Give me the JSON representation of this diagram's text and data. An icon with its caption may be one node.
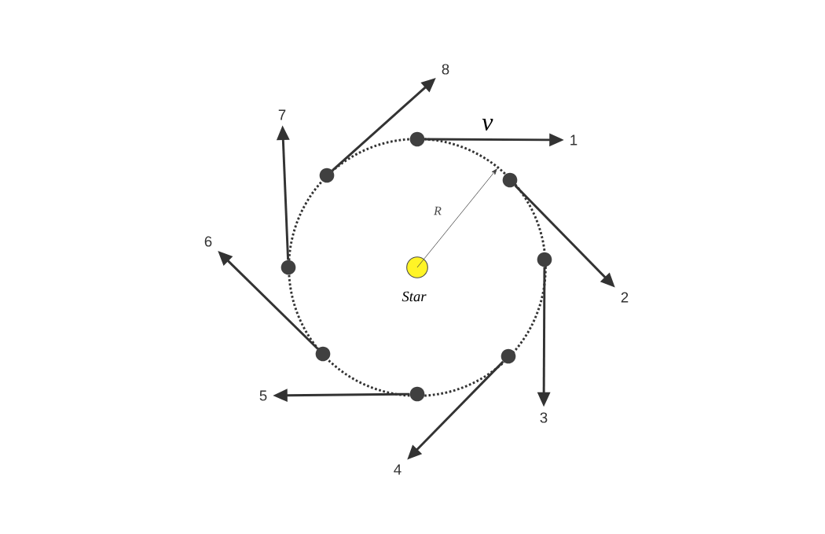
{
  "diagram": {
    "nodes": [
      {
        "text": [],
        "shape": "circle",
        "beside": [
          "Star"
        ]
      },
      {
        "text": [],
        "shape": "circle"
      },
      {
        "text": [],
        "shape": "circle"
      },
      {
        "text": [],
        "shape": "circle"
      },
      {
        "text": [],
        "shape": "circle"
      },
      {
        "text": [],
        "shape": "circle"
      },
      {
        "text": [],
        "shape": "circle"
      },
      {
        "text": [],
        "shape": "circle"
      },
      {
        "text": [],
        "shape": "circle"
      },
      {
        "text": [
          "1"
        ]
      },
      {
        "text": [
          "2"
        ]
      },
      {
        "text": [
          "3"
        ]
      },
      {
        "text": [
          "4"
        ]
      },
      {
        "text": [
          "5"
        ]
      },
      {
        "text": [
          "6"
        ]
      },
      {
        "text": [
          "7"
        ]
      },
      {
        "text": [
          "8"
        ]
      }
    ],
    "edges": [
      {
        "from": 1,
        "to": 9,
        "arrow": "to",
        "label": "v"
      },
      {
        "from": 2,
        "to": 10,
        "arrow": "to"
      },
      {
        "from": 3,
        "to": 11,
        "arrow": "to"
      },
      {
        "from": 4,
        "to": 12,
        "arrow": "to"
      },
      {
        "from": 5,
        "to": 13,
        "arrow": "to"
      },
      {
        "from": 6,
        "to": 14,
        "arrow": "to"
      },
      {
        "from": 7,
        "to": 15,
        "arrow": "to"
      },
      {
        "from": 8,
        "to": 16,
        "arrow": "to"
      }
    ],
    "labels": [
      "R"
    ]
  }
}
